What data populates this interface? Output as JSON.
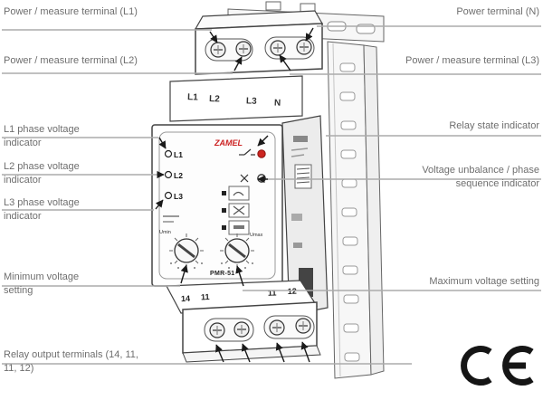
{
  "callouts": {
    "left": [
      {
        "text": "Power / measure terminal (L1)"
      },
      {
        "text": "Power / measure terminal (L2)"
      },
      {
        "text": "L1 phase voltage indicator"
      },
      {
        "text": "L2 phase voltage indicator"
      },
      {
        "text": "L3 phase voltage indicator"
      },
      {
        "text": "Minimum voltage setting"
      },
      {
        "text": "Relay output terminals (14, 11, 11, 12)"
      }
    ],
    "right": [
      {
        "text": "Power terminal (N)"
      },
      {
        "text": "Power / measure terminal (L3)"
      },
      {
        "text": "Relay state indicator"
      },
      {
        "text": "Voltage unbalance / phase sequence indicator"
      },
      {
        "text": "Maximum voltage setting"
      }
    ]
  },
  "device": {
    "plate_labels": [
      "L1",
      "L2",
      "L3",
      "N"
    ],
    "brand": "ZAMEL",
    "led_labels": [
      "L1",
      "L2",
      "L3"
    ],
    "knob_min_label": "Umin",
    "knob_max_label": "Umax",
    "model": "PMR-51",
    "bottom_terminal_numbers": [
      "14",
      "11",
      "11",
      "12"
    ]
  },
  "certification": {
    "ce_mark": "CE"
  },
  "colors": {
    "line_art": "#3a3a3a",
    "leader_line": "#aaaaaa",
    "label_text": "#6e6e6e",
    "accent_red": "#cc2222"
  }
}
